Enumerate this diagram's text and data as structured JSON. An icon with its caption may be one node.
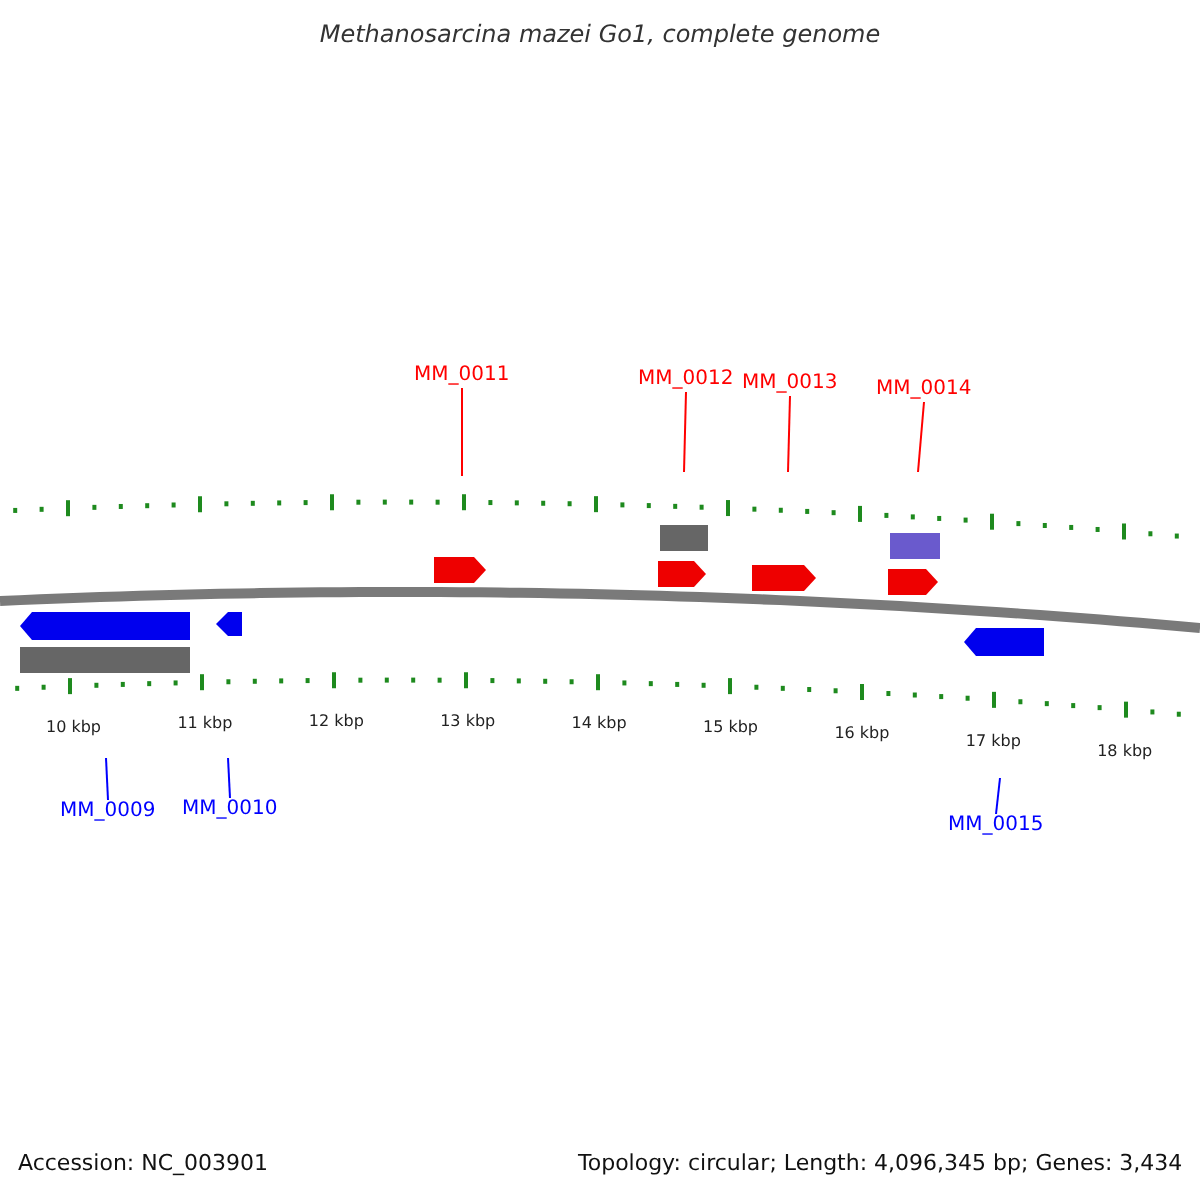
{
  "diagram": {
    "title": "Methanosarcina mazei Go1, complete genome",
    "nodes": [
      {
        "text": [
          "MM_0011"
        ]
      },
      {
        "text": [
          "MM_0012"
        ]
      },
      {
        "text": [
          "MM_0013"
        ]
      },
      {
        "text": [
          "MM_0014"
        ]
      },
      {
        "text": [
          "MM_0009"
        ]
      },
      {
        "text": [
          "MM_0010"
        ]
      },
      {
        "text": [
          "MM_0015"
        ]
      }
    ],
    "edges": [
      {
        "from": 0,
        "to": null,
        "arrow": "none"
      },
      {
        "from": 1,
        "to": null,
        "arrow": "none"
      },
      {
        "from": 2,
        "to": null,
        "arrow": "none"
      },
      {
        "from": 3,
        "to": null,
        "arrow": "none"
      },
      {
        "from": 4,
        "to": null,
        "arrow": "none",
        "color": "#0000ff"
      },
      {
        "from": 5,
        "to": null,
        "arrow": "none",
        "color": "#0000ff"
      },
      {
        "from": 6,
        "to": null,
        "arrow": "none",
        "color": "#0000ff"
      }
    ],
    "labels": [
      "10 kbp",
      "11 kbp",
      "12 kbp",
      "13 kbp",
      "14 kbp",
      "15 kbp",
      "16 kbp",
      "17 kbp",
      "18 kbp",
      "Accession: NC_003901",
      "Topology: circular; Length: 4,096,345 bp; Genes: 3,434"
    ]
  }
}
